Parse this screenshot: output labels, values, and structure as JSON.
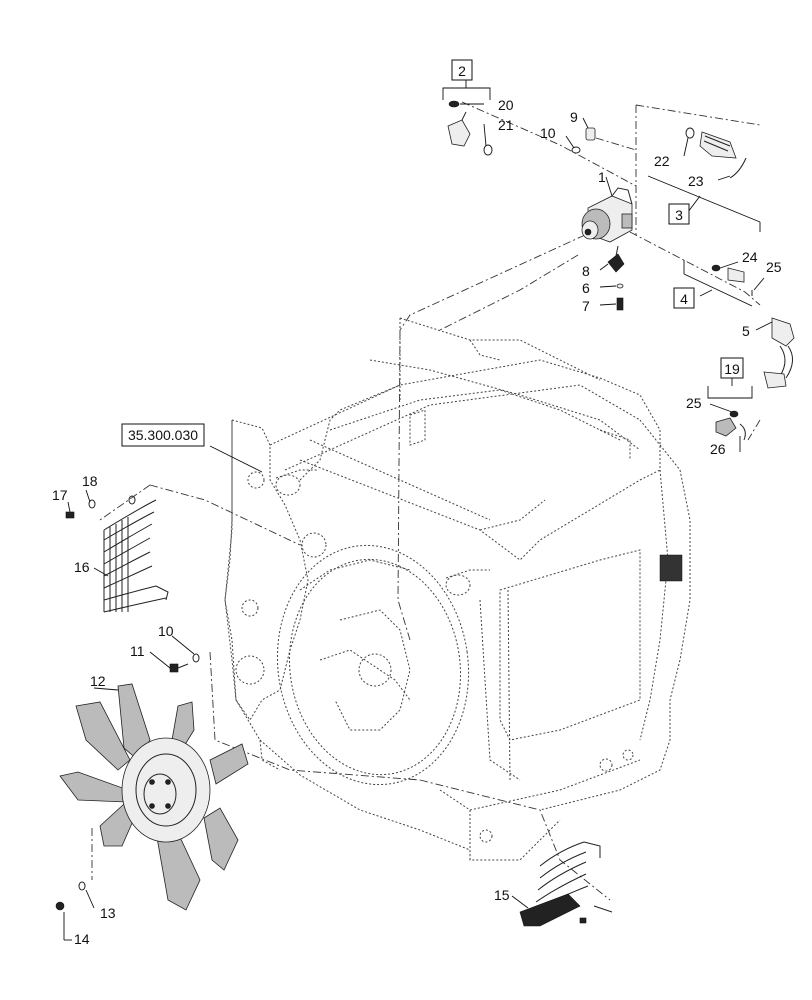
{
  "callouts": [
    {
      "id": "c1",
      "text": "1"
    },
    {
      "id": "c2",
      "text": "2"
    },
    {
      "id": "c3",
      "text": "3"
    },
    {
      "id": "c4",
      "text": "4"
    },
    {
      "id": "c5",
      "text": "5"
    },
    {
      "id": "c6",
      "text": "6"
    },
    {
      "id": "c7",
      "text": "7"
    },
    {
      "id": "c8",
      "text": "8"
    },
    {
      "id": "c9",
      "text": "9"
    },
    {
      "id": "c10a",
      "text": "10"
    },
    {
      "id": "c10b",
      "text": "10"
    },
    {
      "id": "c11",
      "text": "11"
    },
    {
      "id": "c12",
      "text": "12"
    },
    {
      "id": "c13",
      "text": "13"
    },
    {
      "id": "c14",
      "text": "14"
    },
    {
      "id": "c15",
      "text": "15"
    },
    {
      "id": "c16",
      "text": "16"
    },
    {
      "id": "c17",
      "text": "17"
    },
    {
      "id": "c18",
      "text": "18"
    },
    {
      "id": "c19",
      "text": "19"
    },
    {
      "id": "c20",
      "text": "20"
    },
    {
      "id": "c21",
      "text": "21"
    },
    {
      "id": "c22",
      "text": "22"
    },
    {
      "id": "c23",
      "text": "23"
    },
    {
      "id": "c24",
      "text": "24"
    },
    {
      "id": "c25a",
      "text": "25"
    },
    {
      "id": "c25b",
      "text": "25"
    },
    {
      "id": "c26",
      "text": "26"
    }
  ],
  "reference": {
    "text": "35.300.030"
  }
}
